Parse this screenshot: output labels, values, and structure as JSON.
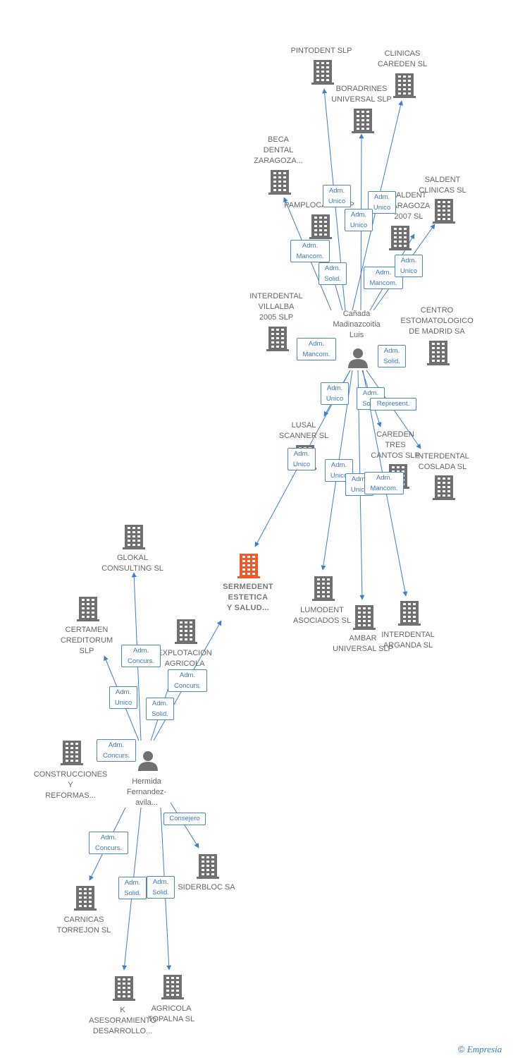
{
  "colors": {
    "edge": "#3a7fd0",
    "building": "#707070",
    "target_building": "#f05a28",
    "person": "#707070",
    "label": "#666666",
    "role_text": "#3a78c0",
    "role_border": "#4a86c8"
  },
  "target": {
    "label": "SERMEDENT\nESTETICA\nY SALUD...",
    "icon": "building-icon"
  },
  "persons": [
    {
      "id": "luis",
      "label": "Cañada\nMadinazcoitia\nLuis",
      "icon": "person-icon"
    },
    {
      "id": "hermida",
      "label": "Hermida\nFernandez-\navila...",
      "icon": "person-icon"
    }
  ],
  "companies": [
    {
      "id": "pintodent",
      "label": "PINTODENT SLP"
    },
    {
      "id": "clinicas_careden",
      "label": "CLINICAS\nCAREDEN SL"
    },
    {
      "id": "boradrines",
      "label": "BORADRINES\nUNIVERSAL SLP"
    },
    {
      "id": "beca",
      "label": "BECA\nDENTAL\nZARAGOZA..."
    },
    {
      "id": "pamplocare",
      "label": "PAMPLOCARE SLP"
    },
    {
      "id": "saldent_zaragoza",
      "label": "SALDENT\nZARAGOZA\n2007 SL"
    },
    {
      "id": "saldent_clinicas",
      "label": "SALDENT\nCLINICAS SL"
    },
    {
      "id": "interdental_villalba",
      "label": "INTERDENTAL\nVILLALBA\n2005 SLP"
    },
    {
      "id": "centro",
      "label": "CENTRO\nESTOMATOLOGICO\nDE MADRID SA"
    },
    {
      "id": "lusal",
      "label": "LUSAL\nSCANNER SL"
    },
    {
      "id": "careden_tres",
      "label": "CAREDEN\nTRES\nCANTOS SLP"
    },
    {
      "id": "interdental_coslada",
      "label": "INTERDENTAL\nCOSLADA SL"
    },
    {
      "id": "lumodent",
      "label": "LUMODENT\nASOCIADOS SL"
    },
    {
      "id": "ambar",
      "label": "AMBAR\nUNIVERSAL SLP"
    },
    {
      "id": "interdental_arganda",
      "label": "INTERDENTAL\nARGANDA SL"
    },
    {
      "id": "glokal",
      "label": "GLOKAL\nCONSULTING SL"
    },
    {
      "id": "certamen",
      "label": "CERTAMEN\nCREDITORUM\nSLP"
    },
    {
      "id": "explotacion",
      "label": "EXPLOTACION\nAGRICOLA\nAV...SL"
    },
    {
      "id": "construcciones",
      "label": "CONSTRUCCIONES\nY\nREFORMAS..."
    },
    {
      "id": "siderbloc",
      "label": "SIDERBLOC SA"
    },
    {
      "id": "carnicas",
      "label": "CARNICAS\nTORREJON  SL"
    },
    {
      "id": "k_asesoramiento",
      "label": "K\nASESORAMIENTO\nDESARROLLO..."
    },
    {
      "id": "agricola",
      "label": "AGRICOLA\nTOPALNA SL"
    }
  ],
  "roles": [
    "Adm.\nUnico",
    "Adm.\nUnico",
    "Adm.\nUnico",
    "Adm.\nMancom.",
    "Adm.\nSolid.",
    "Adm.\nMancom.",
    "Adm.\nUnico",
    "Adm.\nMancom.",
    "Adm.\nSolid.",
    "Adm.\nUnico",
    "Adm.\nSolid.",
    "Represent.",
    "Adm.\nUnico",
    "Adm.\nUnico",
    "Adm.\nUnico",
    "Adm.\nMancom.",
    "Adm.\nConcurs.",
    "Adm.\nConcurs.",
    "Adm.\nUnico",
    "Adm.\nSolid.",
    "Adm.\nConcurs.",
    "Consejero",
    "Adm.\nConcurs.",
    "Adm.\nSolid.",
    "Adm.\nSolid."
  ],
  "footer": {
    "copyright": "©",
    "brand": "Empresia"
  }
}
